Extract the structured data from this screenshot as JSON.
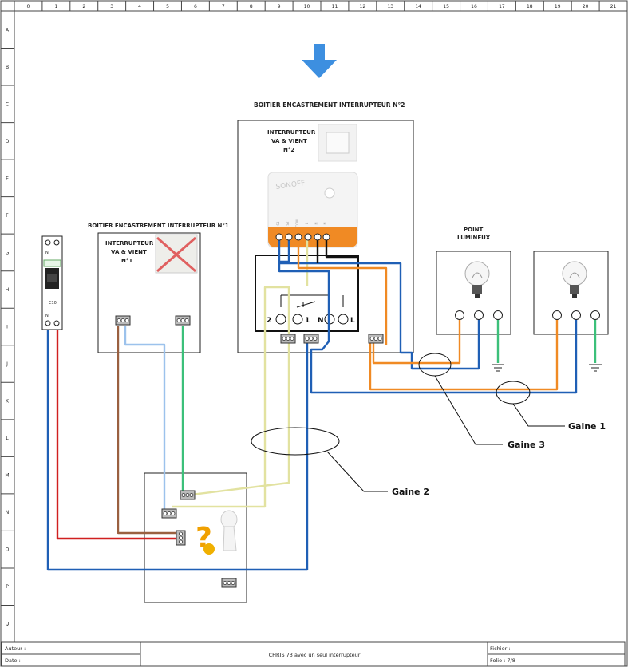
{
  "grid": {
    "columns": [
      "0",
      "1",
      "2",
      "3",
      "4",
      "5",
      "6",
      "7",
      "8",
      "9",
      "10",
      "11",
      "12",
      "13",
      "14",
      "15",
      "16",
      "17",
      "18",
      "19",
      "20",
      "21"
    ],
    "rows": [
      "A",
      "B",
      "C",
      "D",
      "E",
      "F",
      "G",
      "H",
      "I",
      "J",
      "K",
      "L",
      "M",
      "N",
      "O",
      "P",
      "Q"
    ]
  },
  "boxes": {
    "box2_title": "BOITIER ENCASTREMENT INTERRUPTEUR N°2",
    "box1_title": "BOITIER ENCASTREMENT INTERRUPTEUR N°1",
    "switch2_label": [
      "INTERRUPTEUR",
      "VA & VIENT",
      "N°2"
    ],
    "switch1_label": [
      "INTERRUPTEUR",
      "VA & VIENT",
      "N°1"
    ],
    "light_label": [
      "POINT",
      "LUMINEUX"
    ]
  },
  "module": {
    "brand": "SONOFF",
    "pins": [
      "S1",
      "S2",
      "COM",
      "L",
      "N",
      "N"
    ],
    "terminals": [
      "2",
      "1",
      "N",
      "L"
    ]
  },
  "breaker": {
    "top_label": "N",
    "bottom_label": "C10",
    "bottom_n": "N"
  },
  "gaines": {
    "gaine1": "Gaine 1",
    "gaine2": "Gaine 2",
    "gaine3": "Gaine 3"
  },
  "footer": {
    "auteur": "Auteur :",
    "date": "Date :",
    "title": "CHRIS 73 avec un seul interrupteur",
    "fichier": "Fichier :",
    "folio": "Folio : 7/8"
  },
  "colors": {
    "blue_wire": "#1f5fb5",
    "light_blue_wire": "#9cc2ec",
    "orange_wire": "#f08a24",
    "brown_wire": "#9a6040",
    "green_wire": "#3cc07a",
    "red_wire": "#d02020",
    "yellow_wire": "#e2e2a0",
    "arrow": "#3d8fe0"
  }
}
